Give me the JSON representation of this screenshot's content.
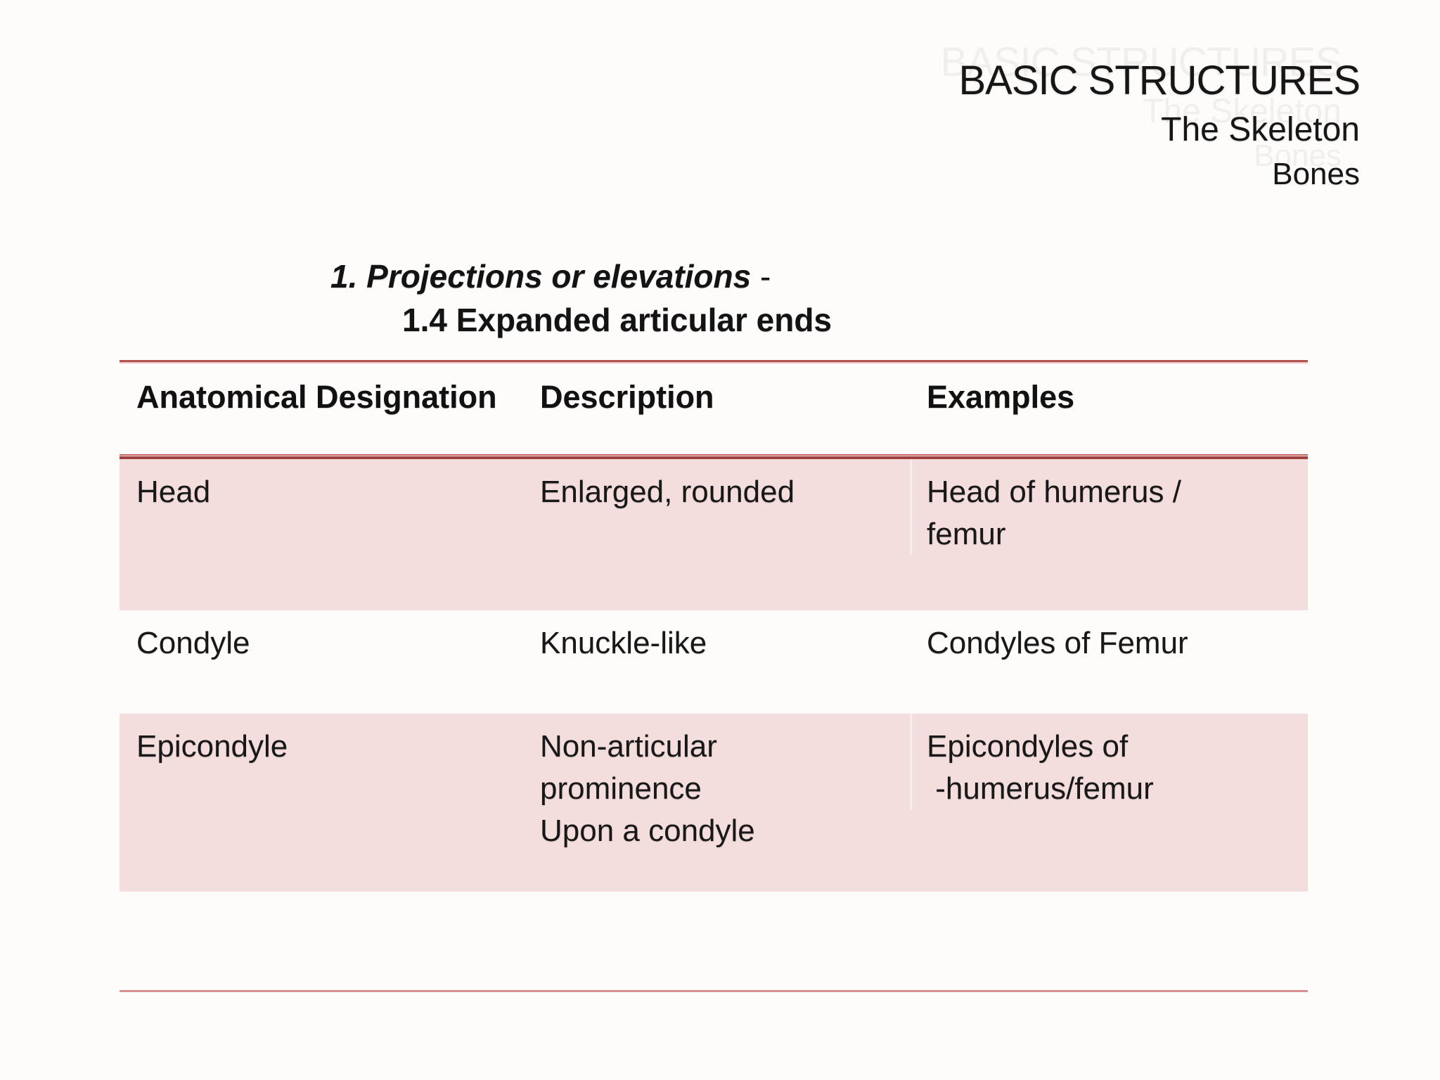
{
  "slide": {
    "title": "BASIC STRUCTURES",
    "subtitle1": "The Skeleton",
    "subtitle2": "Bones",
    "heading_line1_italic": "1. Projections or elevations",
    "heading_line1_suffix": " -",
    "heading_line2": "1.4 Expanded articular ends"
  },
  "table": {
    "columns": [
      "Anatomical Designation",
      "Description",
      "Examples"
    ],
    "rows": [
      {
        "anatomical_designation": "Head",
        "description": "Enlarged, rounded",
        "examples": "Head of humerus /\nfemur"
      },
      {
        "anatomical_designation": "Condyle",
        "description": "Knuckle-like",
        "examples": "Condyles of Femur"
      },
      {
        "anatomical_designation": "Epicondyle",
        "description": "Non-articular\nprominence\nUpon a condyle",
        "examples": "Epicondyles of\n -humerus/femur"
      }
    ]
  },
  "colors": {
    "accent_red": "#b25251",
    "dark_red": "#9e403e",
    "row_pink": "#f3dedd",
    "bottom_rule": "#d88f8e",
    "ghost_text": "#f1efec",
    "text": "#1b1b1b"
  }
}
